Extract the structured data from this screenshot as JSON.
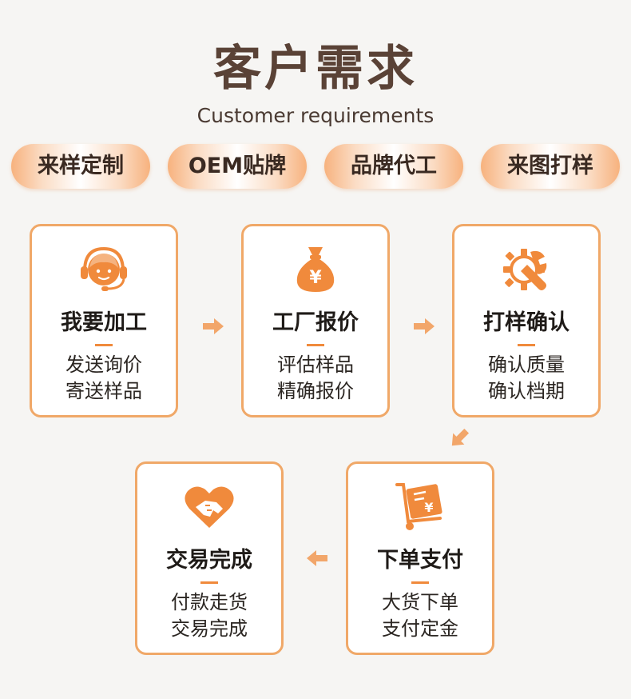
{
  "header": {
    "title": "客户需求",
    "subtitle": "Customer requirements"
  },
  "pills": [
    "来样定制",
    "OEM贴牌",
    "品牌代工",
    "来图打样"
  ],
  "steps": [
    {
      "title": "我要加工",
      "line1": "发送询价",
      "line2": "寄送样品",
      "icon": "customer-service-headset-icon"
    },
    {
      "title": "工厂报价",
      "line1": "评估样品",
      "line2": "精确报价",
      "icon": "money-bag-yen-icon"
    },
    {
      "title": "打样确认",
      "line1": "确认质量",
      "line2": "确认档期",
      "icon": "gear-wrench-icon"
    },
    {
      "title": "下单支付",
      "line1": "大货下单",
      "line2": "支付定金",
      "icon": "cart-invoice-yen-icon"
    },
    {
      "title": "交易完成",
      "line1": "付款走货",
      "line2": "交易完成",
      "icon": "heart-handshake-icon"
    }
  ],
  "colors": {
    "accent": "#f08a3c",
    "border": "#f0a868",
    "title": "#5a4236",
    "background": "#f6f5f3"
  }
}
